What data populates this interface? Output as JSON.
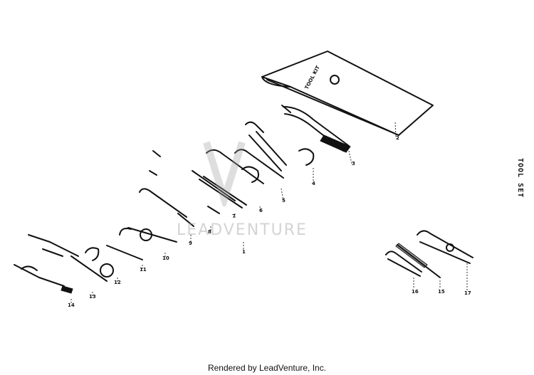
{
  "title": "TOOL SET",
  "watermark": "LEADVENTURE",
  "footer": "Rendered by LeadVenture, Inc.",
  "pouch_label": "TOOL KIT",
  "callouts": [
    "1",
    "2",
    "3",
    "4",
    "5",
    "6",
    "7",
    "8",
    "9",
    "10",
    "11",
    "12",
    "13",
    "14",
    "15",
    "16",
    "17"
  ]
}
